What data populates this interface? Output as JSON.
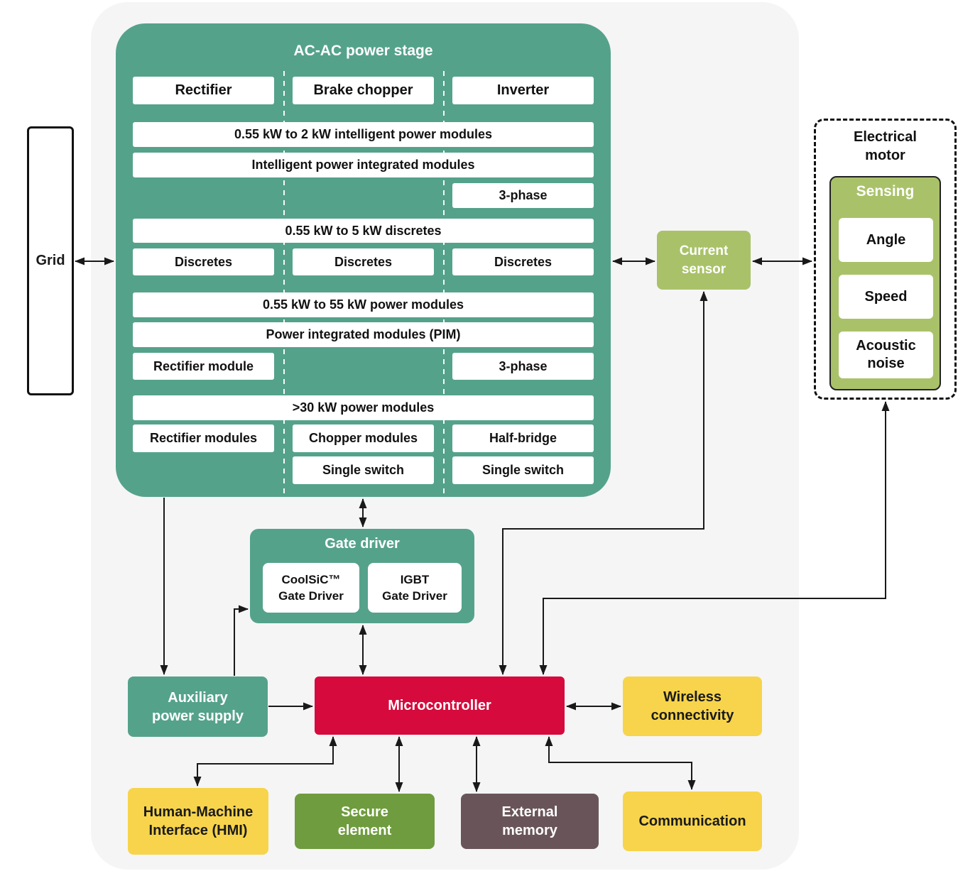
{
  "grid": {
    "label": "Grid"
  },
  "power_stage": {
    "title": "AC-AC power stage",
    "bars": [
      "Rectifier",
      "Brake chopper",
      "Inverter",
      "0.55 kW to 2 kW intelligent power modules",
      "Intelligent power integrated modules",
      "3-phase",
      "0.55 kW to 5 kW discretes",
      "Discretes",
      "Discretes",
      "Discretes",
      "0.55 kW to 55 kW power modules",
      "Power integrated modules (PIM)",
      "Rectifier module",
      "3-phase",
      ">30 kW power modules",
      "Rectifier modules",
      "Chopper modules",
      "Half-bridge",
      "Single switch",
      "Single switch"
    ]
  },
  "gate_driver": {
    "title": "Gate driver",
    "drivers": [
      "CoolSiC™\nGate Driver",
      "IGBT\nGate Driver"
    ]
  },
  "current_sensor": {
    "label": "Current\nsensor"
  },
  "electrical_motor": {
    "title": "Electrical\nmotor",
    "sensing": {
      "title": "Sensing",
      "items": [
        "Angle",
        "Speed",
        "Acoustic\nnoise"
      ]
    }
  },
  "aux_power": {
    "label": "Auxiliary\npower supply"
  },
  "microcontroller": {
    "label": "Microcontroller"
  },
  "wireless": {
    "label": "Wireless\nconnectivity"
  },
  "hmi": {
    "label": "Human-Machine\nInterface (HMI)"
  },
  "secure_element": {
    "label": "Secure\nelement"
  },
  "external_memory": {
    "label": "External\nmemory"
  },
  "communication": {
    "label": "Communication"
  },
  "colors": {
    "teal": "#55a28b",
    "olive_green": "#a9c269",
    "accent_red": "#d60a3c",
    "yellow": "#f7d44b",
    "green": "#6f9c3e",
    "dark_mauve": "#695559",
    "panel_gray": "#f5f5f6",
    "line": "#191919"
  }
}
